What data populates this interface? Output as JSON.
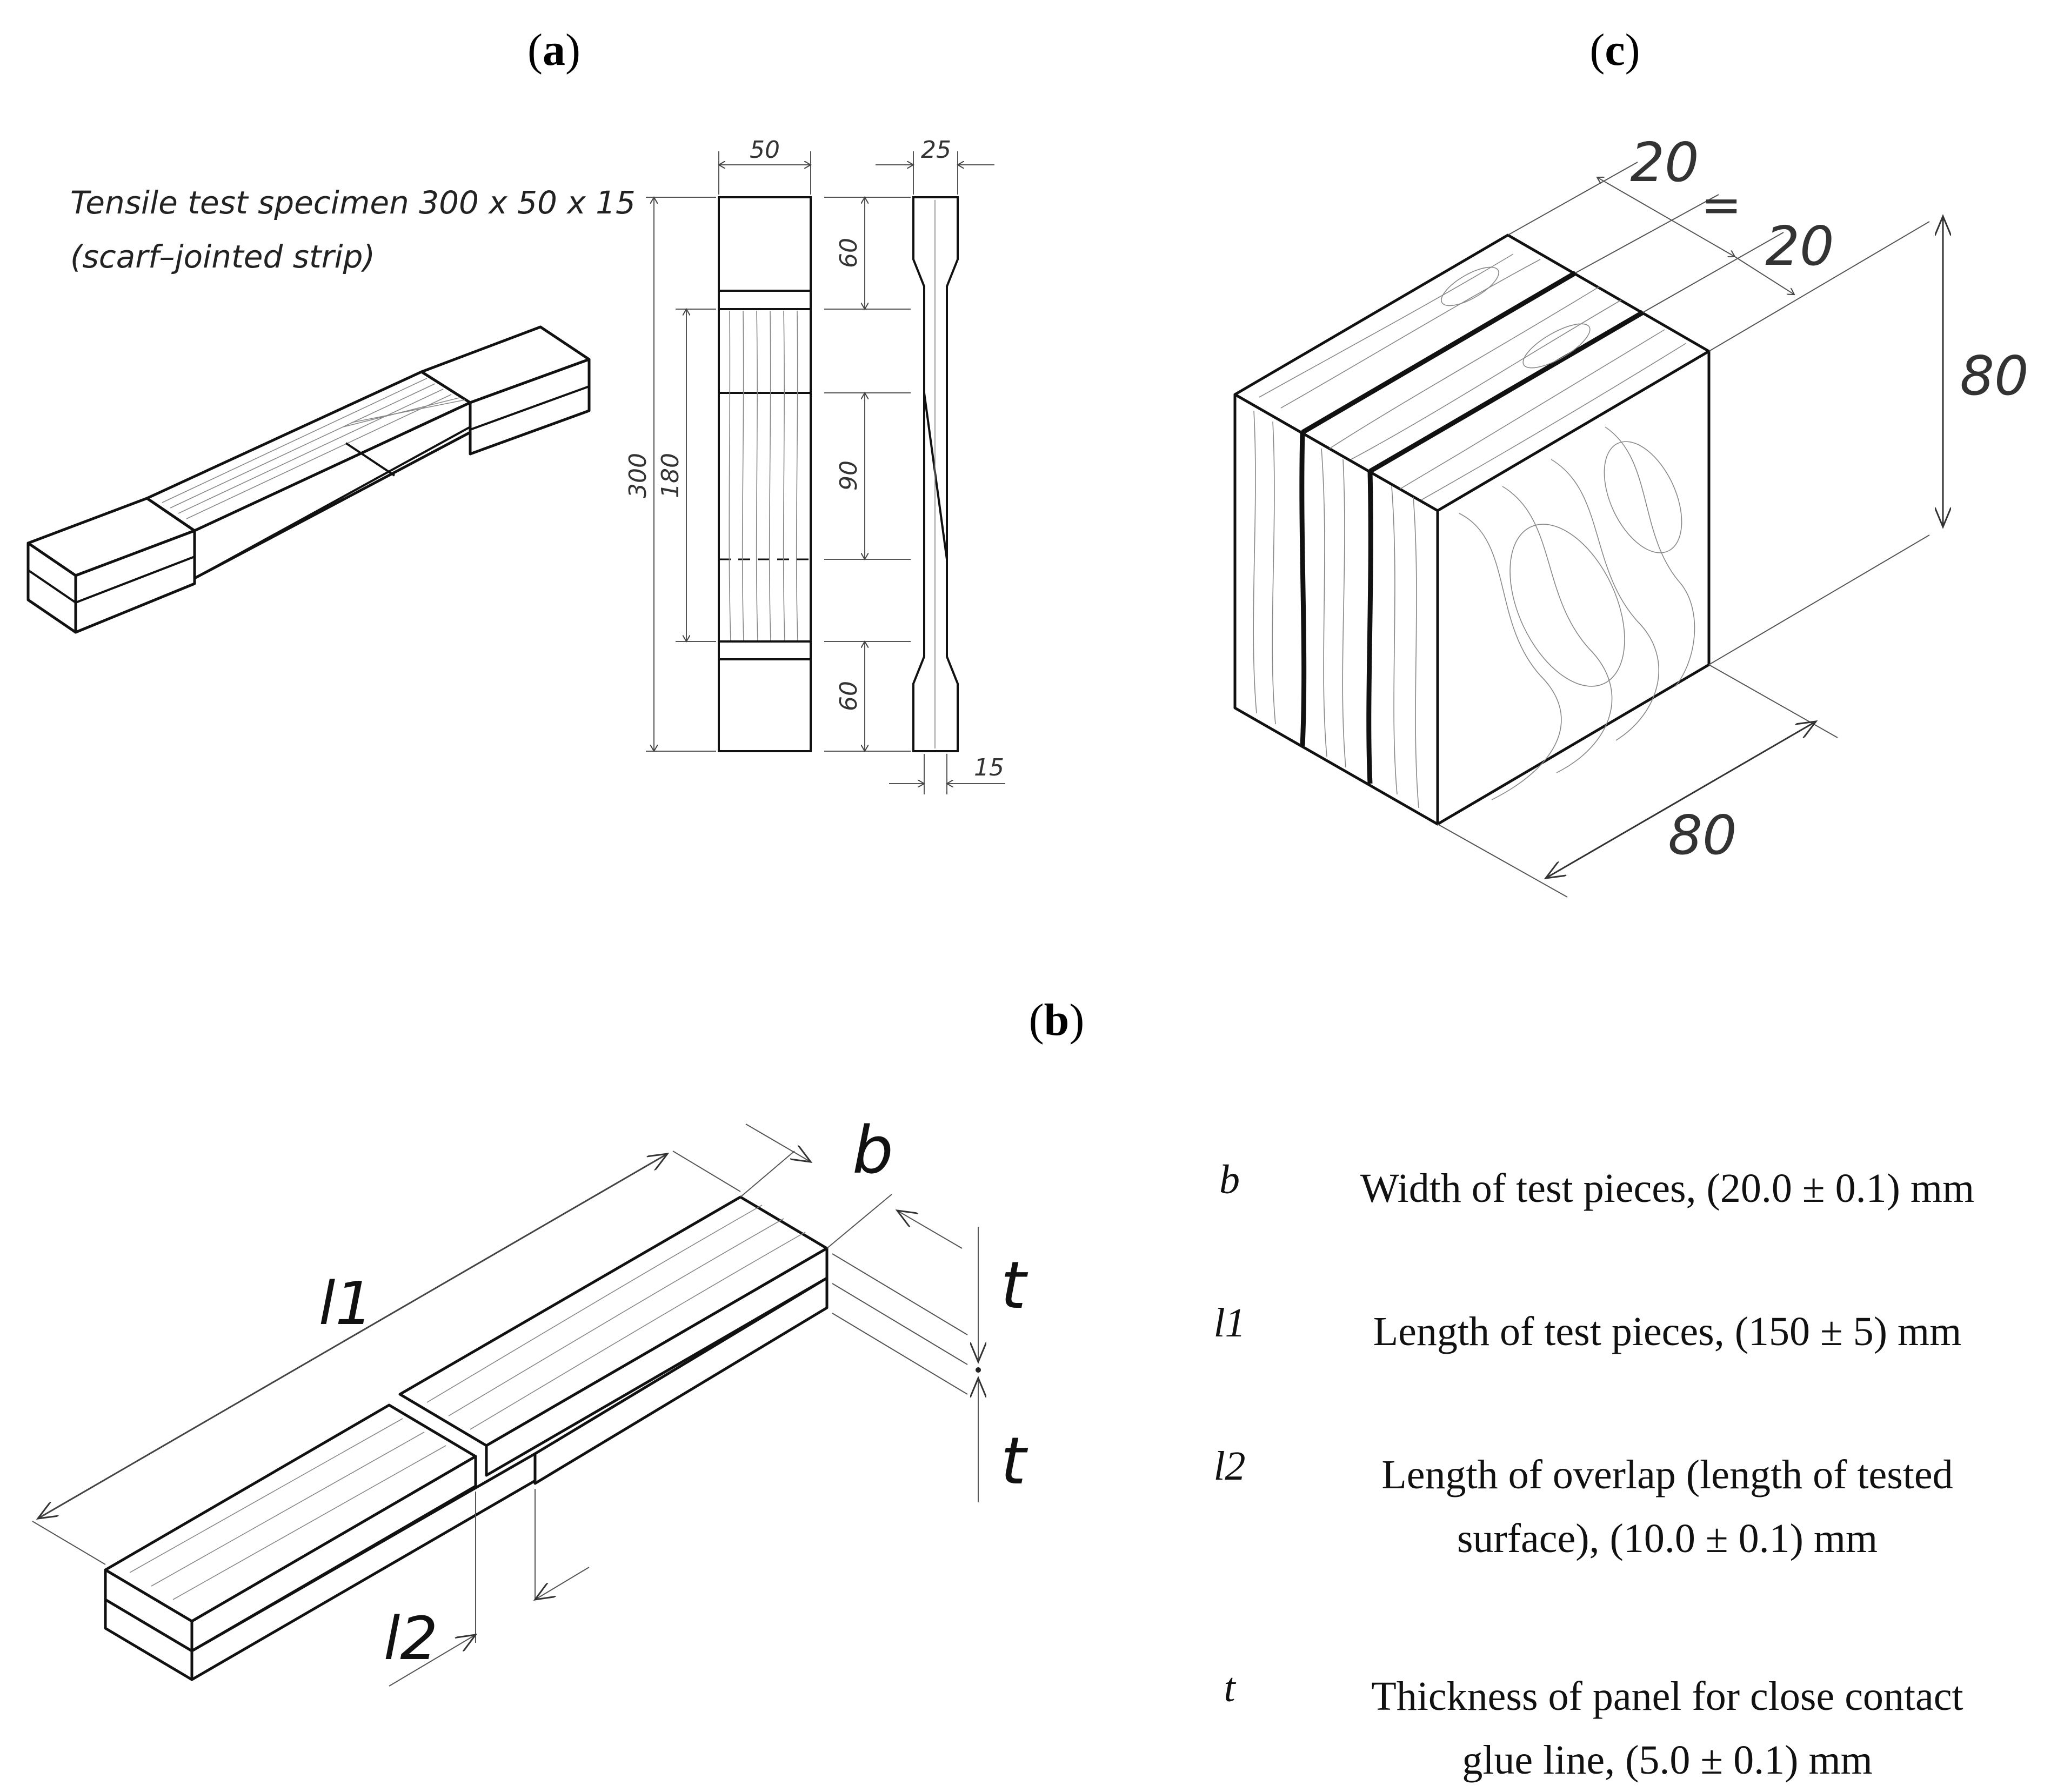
{
  "panels": {
    "a": {
      "label_open": "(",
      "label_letter": "a",
      "label_close": ")",
      "title_line1": "Tensile test specimen 300 x 50 x 15",
      "title_line2": "(scarf–jointed strip)",
      "dims": {
        "width": "50",
        "side_width": "25",
        "length_total": "300",
        "length_inner": "180",
        "grip_top": "60",
        "scarf": "90",
        "grip_bottom": "60",
        "thickness": "15"
      }
    },
    "b": {
      "label_open": "(",
      "label_letter": "b",
      "label_close": ")",
      "symbols": {
        "b": "b",
        "l1": "l1",
        "l2": "l2",
        "t_top": "t",
        "t_bottom": "t"
      },
      "legend": [
        {
          "symbol": "b",
          "description": [
            "Width of test pieces, (20.0 ± 0.1) mm"
          ]
        },
        {
          "symbol": "l1",
          "description": [
            "Length of test pieces, (150 ± 5) mm"
          ]
        },
        {
          "symbol": "l2",
          "description": [
            "Length of overlap (length of tested",
            "surface), (10.0 ± 0.1) mm"
          ]
        },
        {
          "symbol": "t",
          "description": [
            "Thickness of panel for close contact",
            "glue line, (5.0 ± 0.1) mm"
          ]
        }
      ]
    },
    "c": {
      "label_open": "(",
      "label_letter": "c",
      "label_close": ")",
      "dims": {
        "lamella_1": "20",
        "equal_sign": "=",
        "lamella_2": "20",
        "height": "80",
        "depth": "80"
      }
    }
  }
}
